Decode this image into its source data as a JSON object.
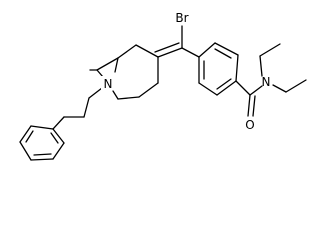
{
  "molecule": {
    "atoms": {
      "bromine": "Br",
      "bridge_nitrogen": "N",
      "amide_nitrogen": "N",
      "carbonyl_oxygen": "O"
    },
    "colors": {
      "bond": "#000000",
      "label": "#000000",
      "background": "#ffffff"
    }
  }
}
